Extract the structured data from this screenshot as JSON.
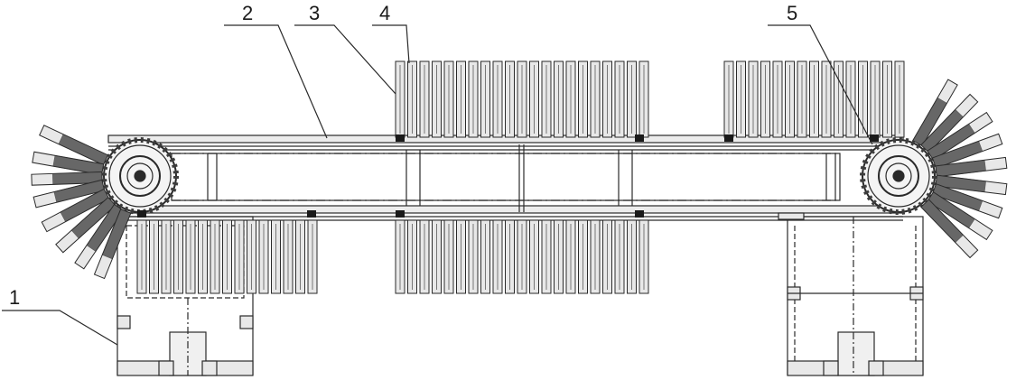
{
  "callouts": [
    {
      "id": "1",
      "label": "1"
    },
    {
      "id": "2",
      "label": "2"
    },
    {
      "id": "3",
      "label": "3"
    },
    {
      "id": "4",
      "label": "4"
    },
    {
      "id": "5",
      "label": "5"
    }
  ],
  "colors": {
    "line": "#2a2a2a",
    "fill_light": "#e8e8e8",
    "fill_dark": "#3c3c3c",
    "background": "#ffffff"
  }
}
